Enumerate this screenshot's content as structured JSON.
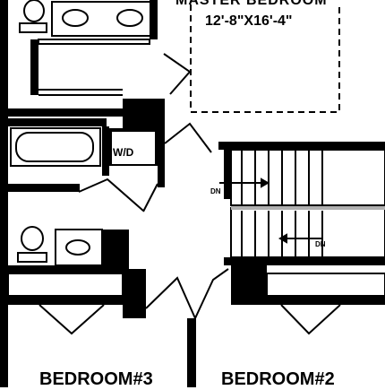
{
  "master_bedroom": {
    "name": "MASTER BEDROOM",
    "dimensions": "12'-8\"X16'-4\""
  },
  "laundry": {
    "label": "W/D"
  },
  "stairs": {
    "down_label_1": "DN",
    "down_label_2": "DN"
  },
  "bedroom_3": {
    "name": "BEDROOM#3"
  },
  "bedroom_2": {
    "name": "BEDROOM#2"
  },
  "colors": {
    "wall": "#000000",
    "background": "#ffffff",
    "fixture": "#b0b0b0"
  },
  "icons": [
    "sink-icon",
    "toilet-icon",
    "bathtub-icon",
    "washer-dryer-icon",
    "stair-arrow-icon"
  ]
}
